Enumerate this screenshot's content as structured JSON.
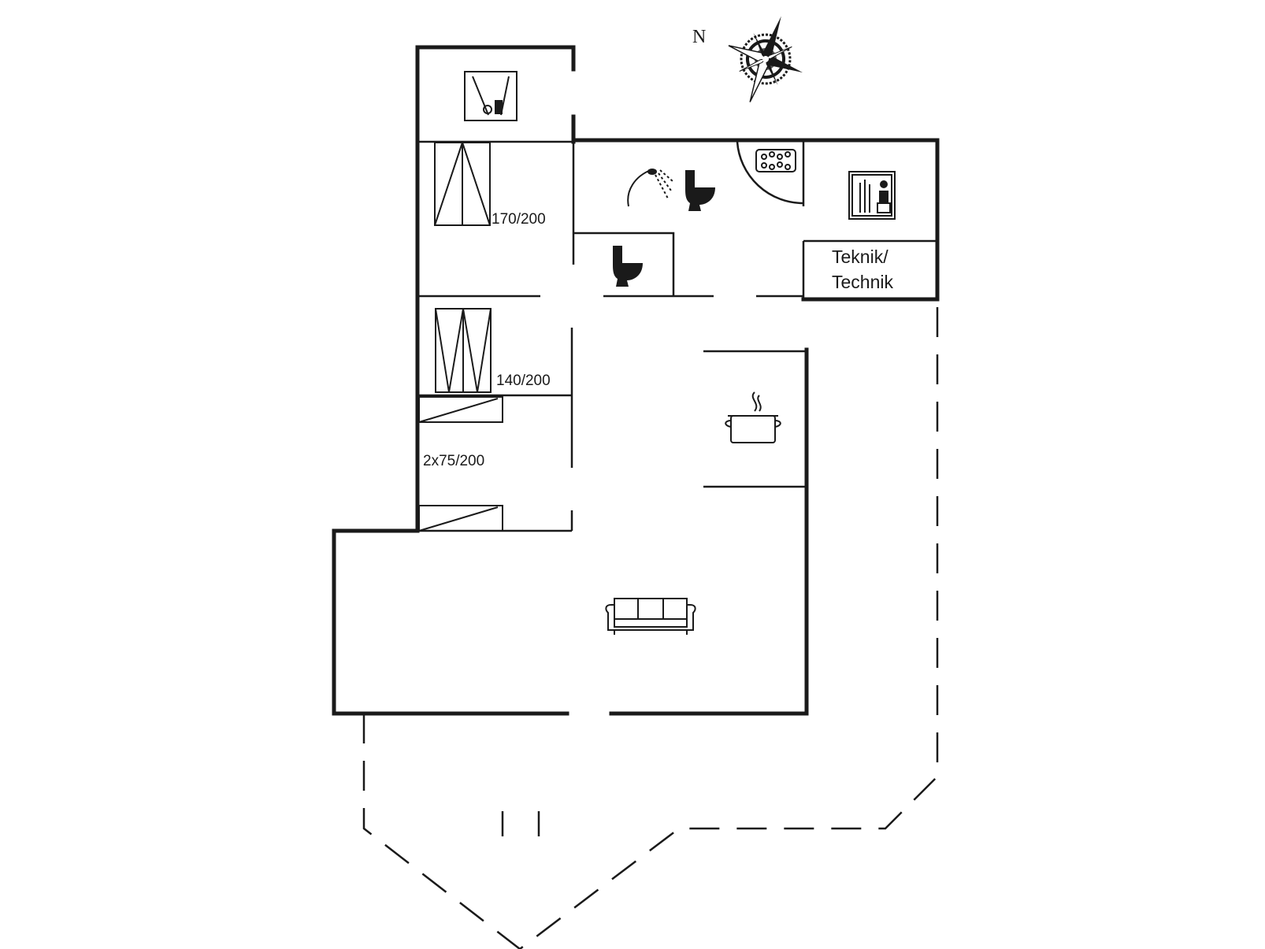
{
  "compass": {
    "north_label": "N",
    "icon": "compass-rose-icon"
  },
  "rooms": {
    "bedroom_1": {
      "bed_label": "170/200"
    },
    "bedroom_2": {
      "bed_label": "140/200"
    },
    "bedroom_3": {
      "bed_label": "2x75/200"
    },
    "technical_room": {
      "label_line1": "Teknik/",
      "label_line2": "Technik"
    }
  },
  "icons": {
    "utility": "washer-dryer-icon",
    "bathroom_shower": "shower-icon",
    "bathroom_toilet": "toilet-icon",
    "wc_toilet": "toilet-icon",
    "spa": "whirlpool-spa-icon",
    "sauna": "sauna-icon",
    "kitchen": "cooking-pot-icon",
    "living": "sofa-icon"
  }
}
